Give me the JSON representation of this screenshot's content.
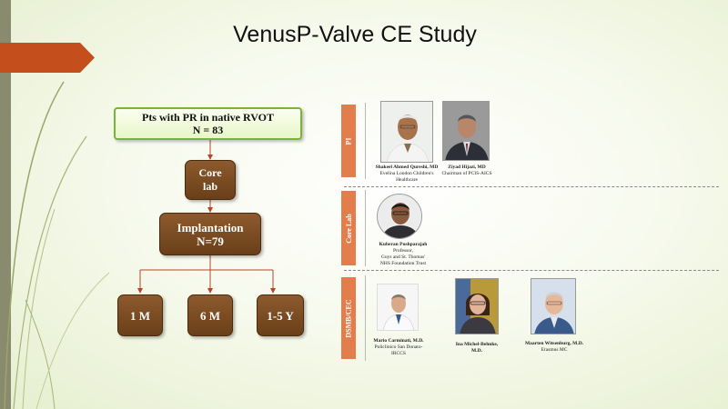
{
  "title": "VenusP-Valve CE Study",
  "flow": {
    "top_box": {
      "line1": "Pts with PR in native RVOT",
      "line2": "N = 83"
    },
    "core_lab_box": {
      "line1": "Core",
      "line2": "lab"
    },
    "implant_box": {
      "line1": "Implantation",
      "line2": "N=79"
    },
    "followup": [
      "1 M",
      "6 M",
      "1-5 Y"
    ]
  },
  "sections": [
    {
      "label": "PI",
      "people": [
        {
          "name": "Shakeel Ahmed Qureshi, MD",
          "affil": [
            "Evelina London Children's",
            "Healthcare"
          ]
        },
        {
          "name": "Ziyad Hijazi, MD",
          "affil": [
            "Chairman of PCIS-AICS"
          ]
        }
      ]
    },
    {
      "label": "Core Lab",
      "people": [
        {
          "name": "Kuberan Pushparajah",
          "affil": [
            "Professor,",
            "Guys and St. Thomas'",
            "NHS Foundation Trust"
          ]
        }
      ]
    },
    {
      "label": "DSMB/CEC",
      "people": [
        {
          "name": "Mario Carminati, M.D.",
          "affil": [
            "Policlinico San Donato-",
            "IRCCS"
          ]
        },
        {
          "name": "Ina Michel-Behnke,",
          "affil": [
            "M.D."
          ]
        },
        {
          "name": "Maarten Witsenburg, M.D.",
          "affil": [
            "Erasmus MC"
          ]
        }
      ]
    }
  ],
  "colors": {
    "accent_orange": "#e47d4c",
    "flow_brown": "#7a4a20",
    "flow_green_border": "#7ab33c",
    "connector": "#b5462a"
  }
}
